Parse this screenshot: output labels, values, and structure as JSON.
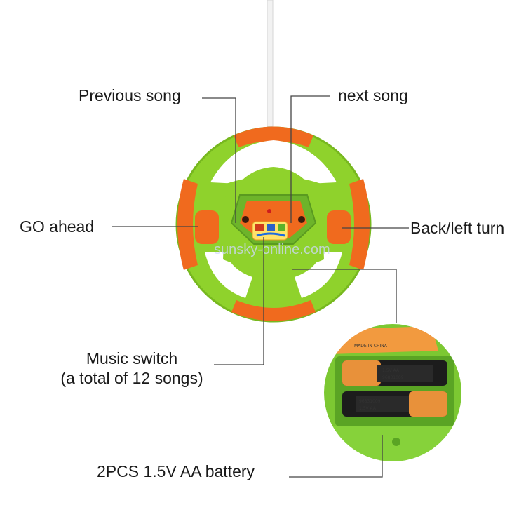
{
  "callouts": {
    "previous_song": "Previous song",
    "next_song": "next song",
    "go_ahead": "GO ahead",
    "back_left_turn": "Back/left turn",
    "music_switch_line1": "Music switch",
    "music_switch_line2": "(a total of 12 songs)",
    "battery": "2PCS 1.5V AA battery"
  },
  "colors": {
    "wheel_green": "#8fd22c",
    "wheel_orange": "#f06a1e",
    "battery_bay_green": "#7cc832",
    "battery_orange": "#e8913a"
  },
  "icons": {
    "steering_wheel": "steering-wheel-toy-icon",
    "battery_bay": "battery-compartment-icon"
  }
}
